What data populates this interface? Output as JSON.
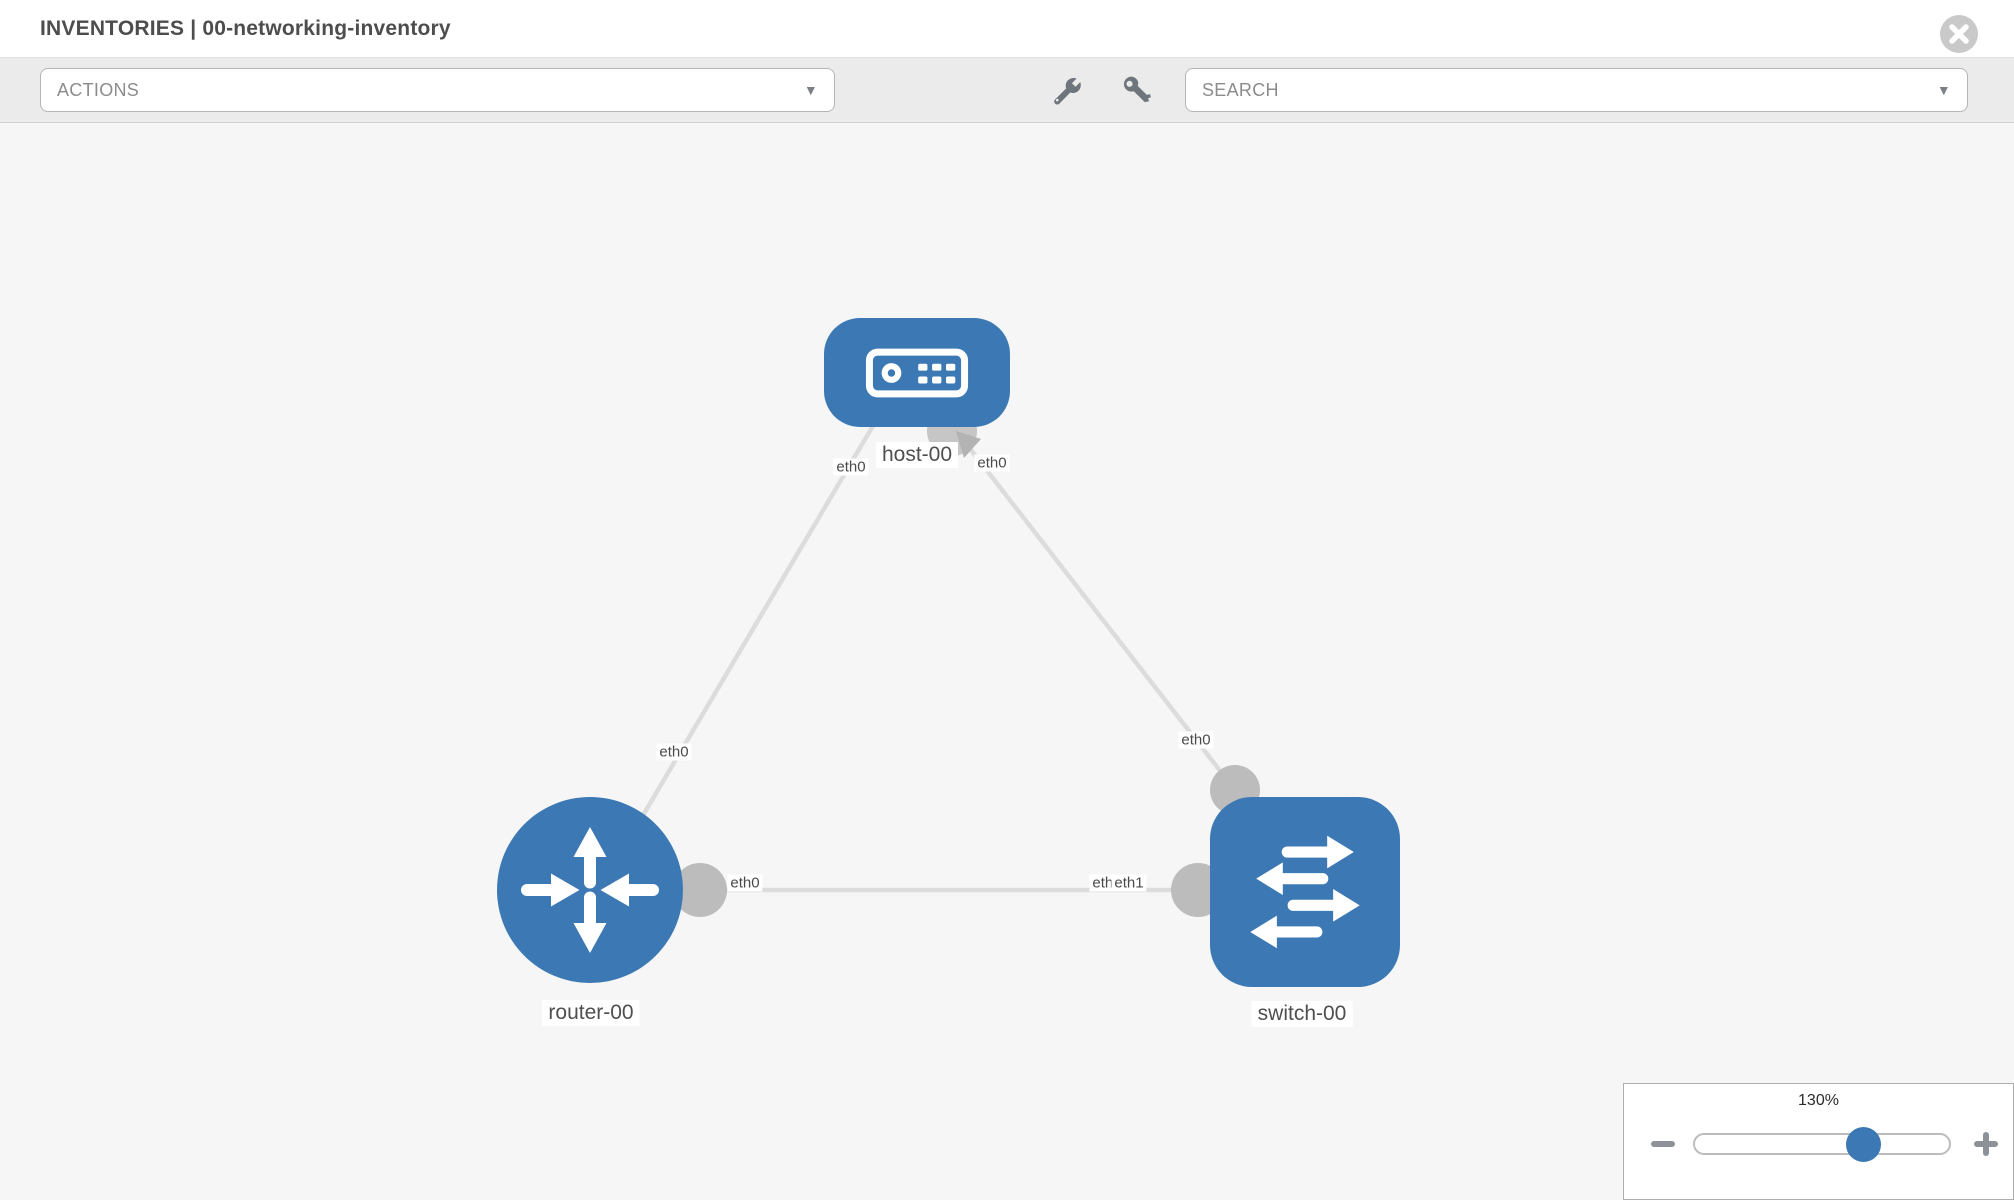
{
  "header": {
    "title": "INVENTORIES | 00-networking-inventory"
  },
  "toolbar": {
    "actions_label": "ACTIONS",
    "search_placeholder": "SEARCH",
    "caret": "▼",
    "icons": [
      "wrench-icon",
      "key-icon"
    ]
  },
  "diagram": {
    "nodes": [
      {
        "id": "host-00",
        "type": "host",
        "label": "host-00"
      },
      {
        "id": "router-00",
        "type": "router",
        "label": "router-00"
      },
      {
        "id": "switch-00",
        "type": "switch",
        "label": "switch-00"
      }
    ],
    "links": [
      {
        "from": "host-00",
        "to": "router-00",
        "from_iface": "eth0",
        "to_iface": "eth0"
      },
      {
        "from": "host-00",
        "to": "switch-00",
        "from_iface": "eth0",
        "to_iface": "eth0"
      },
      {
        "from": "router-00",
        "to": "switch-00",
        "from_iface": "eth0",
        "to_iface": "eth1",
        "to_iface_hidden": "eth0"
      }
    ]
  },
  "zoom_control": {
    "level": "130%",
    "slider_percent": 66
  },
  "colors": {
    "node_blue": "#3c79b4",
    "link_gray": "#dcdcdc",
    "port_gray": "#bcbcbc",
    "toolbar_bg": "#ebebeb",
    "canvas_bg": "#f6f6f6"
  }
}
